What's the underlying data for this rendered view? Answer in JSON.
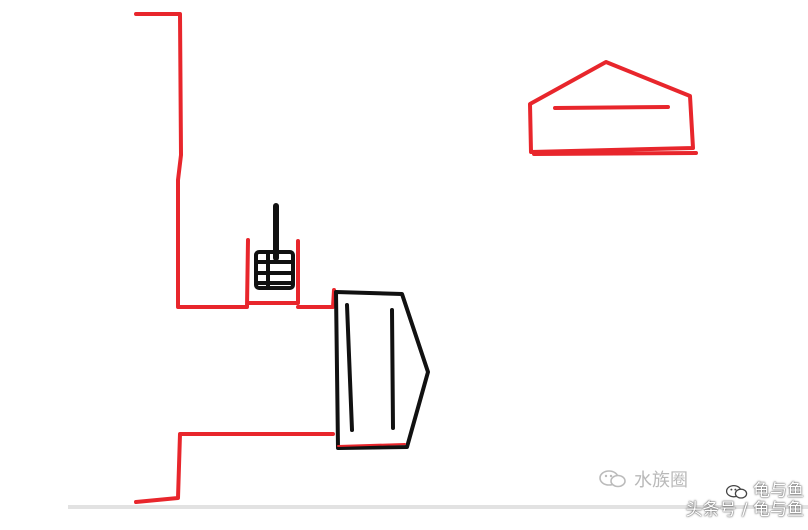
{
  "watermark": {
    "primary": "水族圈",
    "secondary_name": "龟与鱼",
    "secondary_source": "头条号 / 龟与鱼"
  },
  "icons": {
    "watermark_primary_icon": "wechat-bubble-icon",
    "watermark_secondary_icon": "wechat-bubble-icon"
  },
  "colors": {
    "pipe": "#e8262c",
    "equipment": "#111111",
    "background": "#ffffff",
    "watermark_gray": "#b9b9b9"
  }
}
